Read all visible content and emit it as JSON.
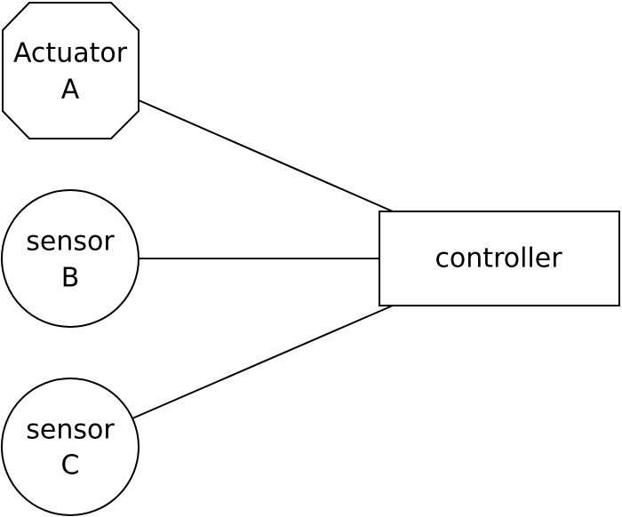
{
  "diagram": {
    "nodes": [
      {
        "id": "actuator-a",
        "shape": "octagon",
        "label_line1": "Actuator",
        "label_line2": "A"
      },
      {
        "id": "sensor-b",
        "shape": "circle",
        "label_line1": "sensor",
        "label_line2": "B"
      },
      {
        "id": "sensor-c",
        "shape": "circle",
        "label_line1": "sensor",
        "label_line2": "C"
      },
      {
        "id": "controller",
        "shape": "rectangle",
        "label": "controller"
      }
    ],
    "edges": [
      {
        "from": "actuator-a",
        "to": "controller"
      },
      {
        "from": "sensor-b",
        "to": "controller"
      },
      {
        "from": "sensor-c",
        "to": "controller"
      }
    ],
    "colors": {
      "stroke": "#000000",
      "fill": "#ffffff",
      "text": "#000000"
    }
  }
}
